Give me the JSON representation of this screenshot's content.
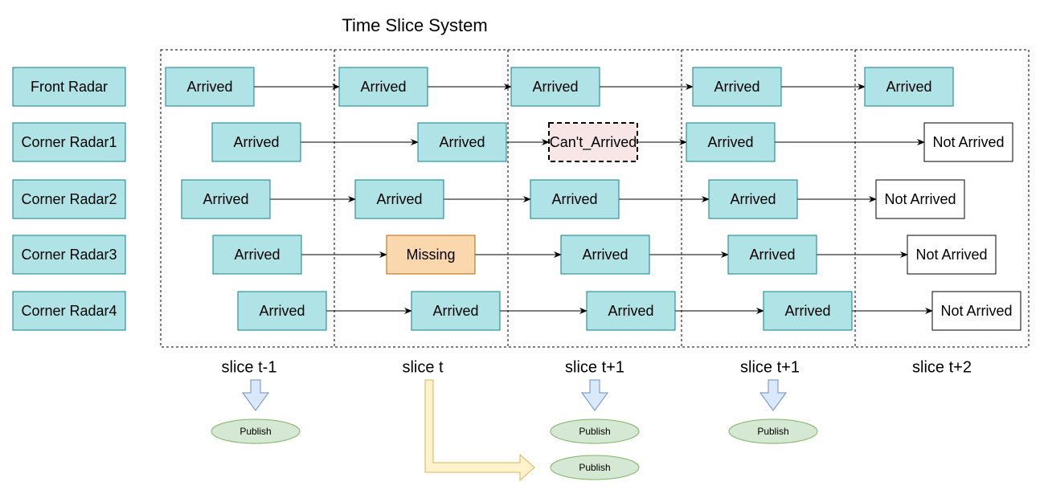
{
  "title": "Time Slice System",
  "colors": {
    "box_fill": "#b0e3e6",
    "box_stroke": "#0e8088",
    "missing_fill": "#fad7ac",
    "missing_stroke": "#b46504",
    "cant_fill": "#f8e5e5",
    "publish_fill": "#d5e8d4",
    "publish_stroke": "#82b366",
    "down_arrow_fill": "#dae8fc",
    "down_arrow_stroke": "#6c8ebf",
    "bend_arrow_fill": "#fff2cc",
    "bend_arrow_stroke": "#d6b656"
  },
  "sensors": [
    "Front Radar",
    "Corner Radar1",
    "Corner Radar2",
    "Corner Radar3",
    "Corner Radar4"
  ],
  "slices": [
    "slice t-1",
    "slice t",
    "slice t+1",
    "slice t+1",
    "slice t+2"
  ],
  "rows": [
    {
      "sensor": "Front Radar",
      "boxes": [
        {
          "label": "Arrived",
          "style": "arrived"
        },
        {
          "label": "Arrived",
          "style": "arrived"
        },
        {
          "label": "Arrived",
          "style": "arrived"
        },
        {
          "label": "Arrived",
          "style": "arrived"
        },
        {
          "label": "Arrived",
          "style": "arrived"
        }
      ]
    },
    {
      "sensor": "Corner Radar1",
      "boxes": [
        {
          "label": "Arrived",
          "style": "arrived"
        },
        {
          "label": "Arrived",
          "style": "arrived"
        },
        {
          "label": "Can't_Arrived",
          "style": "cant"
        },
        {
          "label": "Arrived",
          "style": "arrived"
        },
        {
          "label": "Not Arrived",
          "style": "not"
        }
      ]
    },
    {
      "sensor": "Corner Radar2",
      "boxes": [
        {
          "label": "Arrived",
          "style": "arrived"
        },
        {
          "label": "Arrived",
          "style": "arrived"
        },
        {
          "label": "Arrived",
          "style": "arrived"
        },
        {
          "label": "Arrived",
          "style": "arrived"
        },
        {
          "label": "Not Arrived",
          "style": "not"
        }
      ]
    },
    {
      "sensor": "Corner Radar3",
      "boxes": [
        {
          "label": "Arrived",
          "style": "arrived"
        },
        {
          "label": "Missing",
          "style": "missing"
        },
        {
          "label": "Arrived",
          "style": "arrived"
        },
        {
          "label": "Arrived",
          "style": "arrived"
        },
        {
          "label": "Not Arrived",
          "style": "not"
        }
      ]
    },
    {
      "sensor": "Corner Radar4",
      "boxes": [
        {
          "label": "Arrived",
          "style": "arrived"
        },
        {
          "label": "Arrived",
          "style": "arrived"
        },
        {
          "label": "Arrived",
          "style": "arrived"
        },
        {
          "label": "Arrived",
          "style": "arrived"
        },
        {
          "label": "Not Arrived",
          "style": "not"
        }
      ]
    }
  ],
  "publish_label": "Publish"
}
